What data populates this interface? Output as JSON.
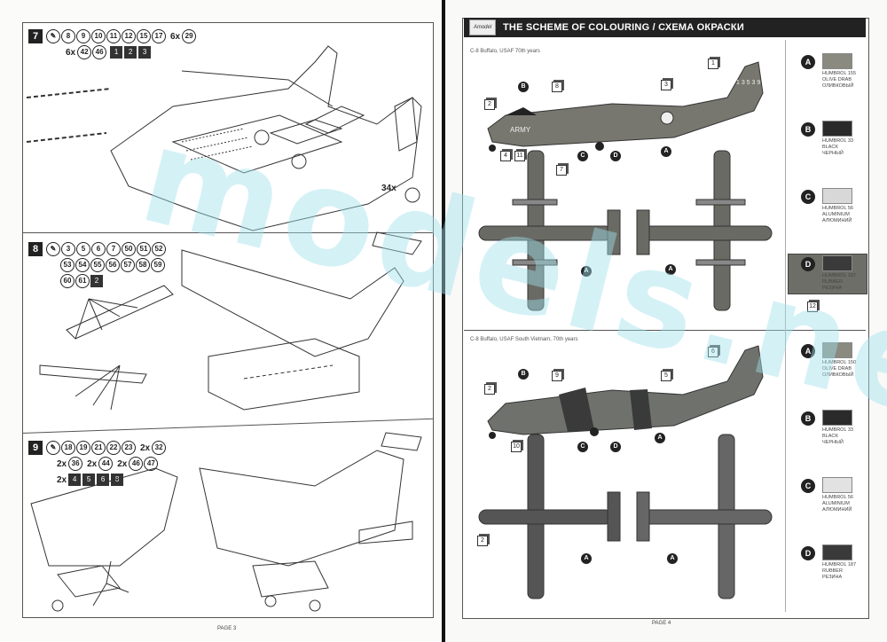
{
  "left_page": {
    "page_label": "PAGE 3",
    "steps": [
      {
        "number": "7",
        "parts_row1": [
          "8",
          "9",
          "10",
          "11",
          "12",
          "15",
          "17"
        ],
        "multiplier_a": "6x",
        "part_a": "29",
        "multiplier_b": "6x",
        "parts_row2": [
          "42",
          "46"
        ],
        "decals": [
          "1",
          "2",
          "3"
        ],
        "side_note": "34x"
      },
      {
        "number": "8",
        "parts_row1": [
          "3",
          "5",
          "6",
          "7",
          "50",
          "51",
          "52"
        ],
        "parts_row2": [
          "53",
          "54",
          "55",
          "56",
          "57",
          "58",
          "59"
        ],
        "parts_row3": [
          "60",
          "61"
        ],
        "decals": [
          "2"
        ]
      },
      {
        "number": "9",
        "parts_row1": [
          "18",
          "19",
          "21",
          "22",
          "23"
        ],
        "mult_1": "2x",
        "part_1": "32",
        "mult_2": "2x",
        "part_2": "36",
        "mult_3": "2x",
        "part_3": "44",
        "mult_4": "2x",
        "part_4": "46",
        "part_5": "47",
        "mult_5": "2x",
        "decals": [
          "4",
          "5",
          "6",
          "8"
        ]
      }
    ]
  },
  "right_page": {
    "page_label": "PAGE 4",
    "logo_text": "Amodel",
    "header_title": "THE SCHEME OF COLOURING / СХЕМА ОКРАСКИ",
    "variants": [
      {
        "label": "C-8 Buffalo, USAF 70th years",
        "fuselage_marking": "ARMY",
        "tail_marking": "1 3 5 3 9",
        "callouts": [
          "1",
          "2",
          "3",
          "4",
          "7",
          "8",
          "11",
          "12"
        ],
        "legend": [
          {
            "key": "A",
            "line1": "HUMBROL 155",
            "line2": "OLIVE DRAB",
            "line3": "ОЛИВКОВЫЙ",
            "color": "#8a8a80"
          },
          {
            "key": "B",
            "line1": "HUMBROL 33",
            "line2": "BLACK",
            "line3": "ЧЕРНЫЙ",
            "color": "#2a2a2a"
          },
          {
            "key": "C",
            "line1": "HUMBROL 56",
            "line2": "ALUMINIUM",
            "line3": "АЛЮМИНИЙ",
            "color": "#d8d8d8"
          },
          {
            "key": "D",
            "line1": "HUMBROL 187",
            "line2": "RUBBER",
            "line3": "РЕЗИНА",
            "color": "#3a3a3a"
          }
        ]
      },
      {
        "label": "C-8 Buffalo, USAF South Vietnam, 70th years",
        "callouts": [
          "2",
          "5",
          "6",
          "9",
          "10"
        ],
        "legend": [
          {
            "key": "A",
            "line1": "HUMBROL 150",
            "line2": "OLIVE DRAB",
            "line3": "ОЛИВКОВЫЙ",
            "color": "#8a8a80"
          },
          {
            "key": "B",
            "line1": "HUMBROL 33",
            "line2": "BLACK",
            "line3": "ЧЕРНЫЙ",
            "color": "#2a2a2a"
          },
          {
            "key": "C",
            "line1": "HUMBROL 56",
            "line2": "ALUMINIUM",
            "line3": "АЛЮМИНИЙ",
            "color": "#e2e2e2"
          },
          {
            "key": "D",
            "line1": "HUMBROL 187",
            "line2": "RUBBER",
            "line3": "РЕЗИНА",
            "color": "#3a3a3a"
          }
        ]
      }
    ]
  },
  "watermark": "models.net"
}
